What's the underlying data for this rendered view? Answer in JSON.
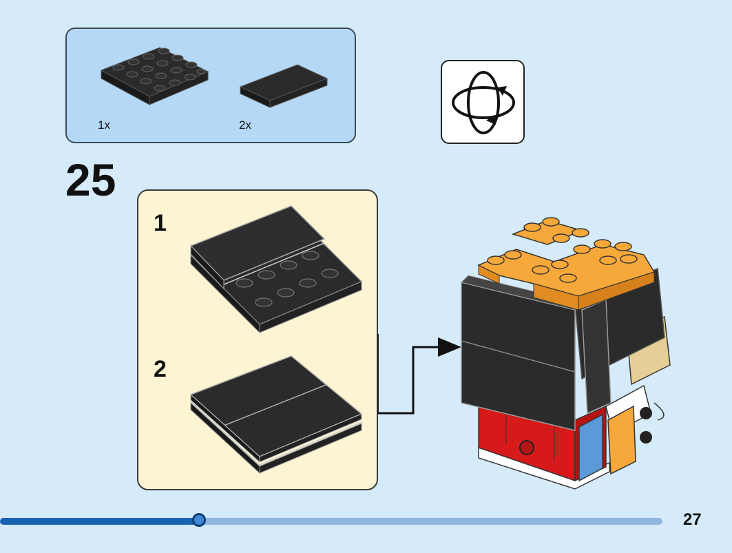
{
  "parts_callout": {
    "items": [
      {
        "name": "black-plate-4x4",
        "quantity": "1x"
      },
      {
        "name": "black-tile-2x4",
        "quantity": "2x"
      }
    ],
    "colors": {
      "black": "#2b2b2b",
      "panel": "#b4d8f5"
    }
  },
  "rotate_icon": {
    "icon": "rotate-model-icon"
  },
  "step": {
    "number": "25"
  },
  "substeps": [
    {
      "number": "1"
    },
    {
      "number": "2"
    }
  ],
  "model": {
    "colors": {
      "orange": "#f7a83a",
      "black": "#2b2b2b",
      "red": "#d61a1a",
      "tan": "#e6cf96",
      "blue": "#5a9ad8",
      "white": "#ffffff"
    }
  },
  "progress": {
    "fraction": 0.3
  },
  "page": {
    "number": "27"
  }
}
